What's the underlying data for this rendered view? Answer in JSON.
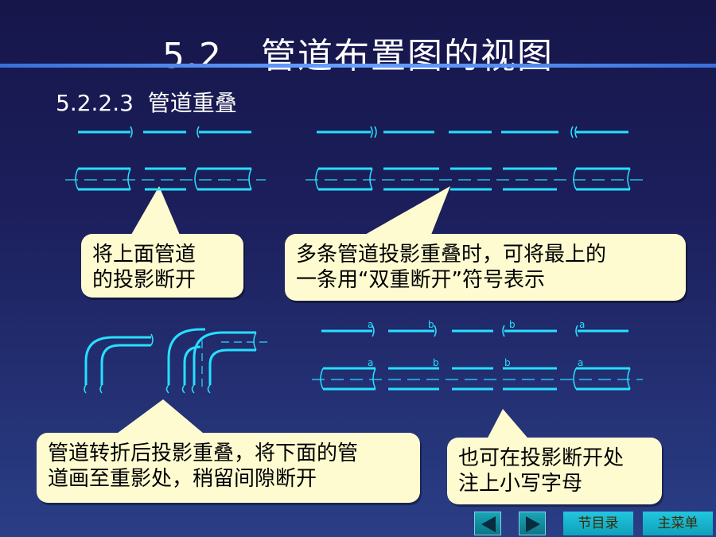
{
  "slide": {
    "title": "5.2   管道布置图的视图",
    "subtitle": "5.2.2.3  管道重叠"
  },
  "callouts": {
    "c1": [
      "将上面管道",
      "的投影断开"
    ],
    "c2": [
      "多条管道投影重叠时，可将最上的",
      "一条用“双重断开”符号表示"
    ],
    "c3": [
      "管道转折后投影重叠，将下面的管",
      "道画至重影处，稍留间隙断开"
    ],
    "c4": [
      "也可在投影断开处",
      "注上小写字母"
    ]
  },
  "pipe_letters": {
    "top_row": [
      "a",
      "b",
      "b",
      "a"
    ],
    "bottom_row": [
      "a",
      "b",
      "b",
      "a"
    ]
  },
  "nav": {
    "prev_icon": "triangle-left-icon",
    "next_icon": "triangle-right-icon",
    "section_menu_label": "节目录",
    "main_menu_label": "主菜单"
  },
  "colors": {
    "pipe_line": "#26e0ff",
    "callout_bg": "#fffbd0",
    "nav_button": "#17a5b8"
  }
}
